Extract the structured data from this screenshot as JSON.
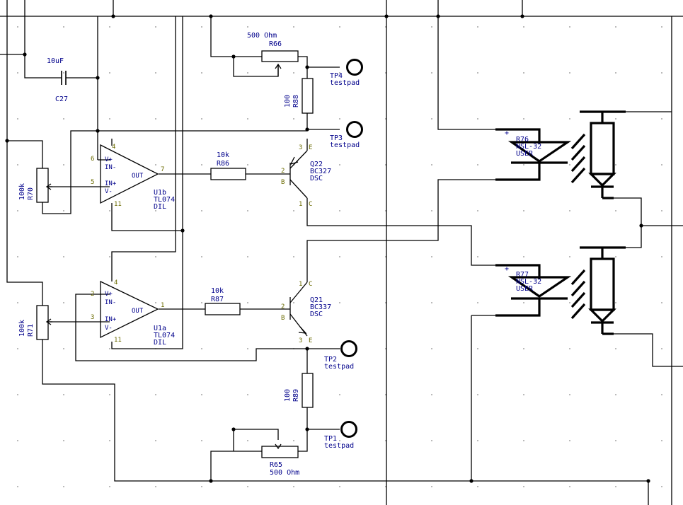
{
  "components": {
    "c27": {
      "ref": "C27",
      "value": "10uF"
    },
    "r66": {
      "ref": "R66",
      "value": "500 Ohm"
    },
    "r88": {
      "ref": "R88",
      "value": "100"
    },
    "tp4": {
      "ref": "TP4",
      "value": "testpad"
    },
    "tp3": {
      "ref": "TP3",
      "value": "testpad"
    },
    "r70": {
      "ref": "R70",
      "value": "100k"
    },
    "u1b": {
      "ref": "U1b",
      "value": "TL074",
      "pkg": "DIL",
      "pins": {
        "vp": "V+",
        "inm": "IN-",
        "inp": "IN+",
        "vm": "V-",
        "out": "OUT",
        "n4": "4",
        "n6": "6",
        "n5": "5",
        "n7": "7",
        "n11": "11"
      }
    },
    "r86": {
      "ref": "R86",
      "value": "10k"
    },
    "q22": {
      "ref": "Q22",
      "value": "BC327",
      "pkg": "DSC",
      "pins": {
        "e": "E",
        "b": "B",
        "c": "C",
        "n3": "3",
        "n2": "2",
        "n1": "1"
      }
    },
    "r71": {
      "ref": "R71",
      "value": "100k"
    },
    "u1a": {
      "ref": "U1a",
      "value": "TL074",
      "pkg": "DIL",
      "pins": {
        "vp": "V+",
        "inm": "IN-",
        "inp": "IN+",
        "vm": "V-",
        "out": "OUT",
        "n4": "4",
        "n2": "2",
        "n3": "3",
        "n1": "1",
        "n11": "11"
      }
    },
    "r87": {
      "ref": "R87",
      "value": "10k"
    },
    "q21": {
      "ref": "Q21",
      "value": "BC337",
      "pkg": "DSC",
      "pins": {
        "c": "C",
        "b": "B",
        "e": "E",
        "n1": "1",
        "n2": "2",
        "n3": "3"
      }
    },
    "tp2": {
      "ref": "TP2",
      "value": "testpad"
    },
    "r89": {
      "ref": "R89",
      "value": "100"
    },
    "tp1": {
      "ref": "TP1",
      "value": "testpad"
    },
    "r65": {
      "ref": "R65",
      "value": "500 Ohm"
    },
    "r76": {
      "ref": "R76",
      "value": "NSL-32",
      "kind": "USER",
      "plus": "+"
    },
    "r77": {
      "ref": "R77",
      "value": "NSL-32",
      "kind": "USER",
      "plus": "+"
    }
  },
  "colors": {
    "wire": "#000000",
    "label": "#00008b",
    "pin_number": "#6b6b00",
    "grid": "#888888"
  }
}
